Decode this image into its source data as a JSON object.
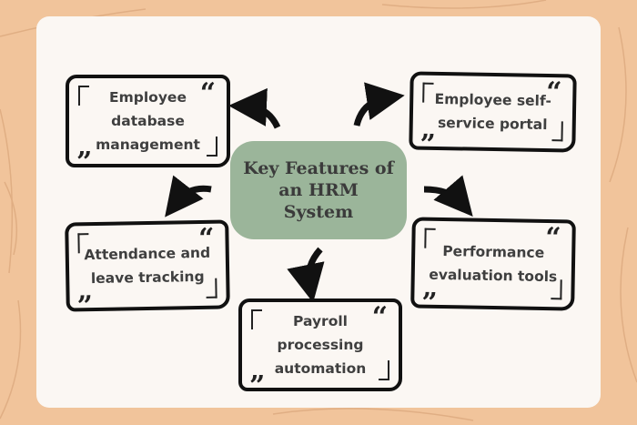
{
  "center": {
    "title": "Key Features of an HRM System"
  },
  "features": [
    {
      "label": "Employee database management"
    },
    {
      "label": "Employee self-service portal"
    },
    {
      "label": "Attendance and leave tracking"
    },
    {
      "label": "Performance evaluation tools"
    },
    {
      "label": "Payroll processing automation"
    }
  ],
  "quote_open": "“",
  "quote_close": "”",
  "colors": {
    "background": "#f1c49b",
    "card": "#fbf7f3",
    "center": "#9bb59a",
    "stroke": "#111111"
  }
}
